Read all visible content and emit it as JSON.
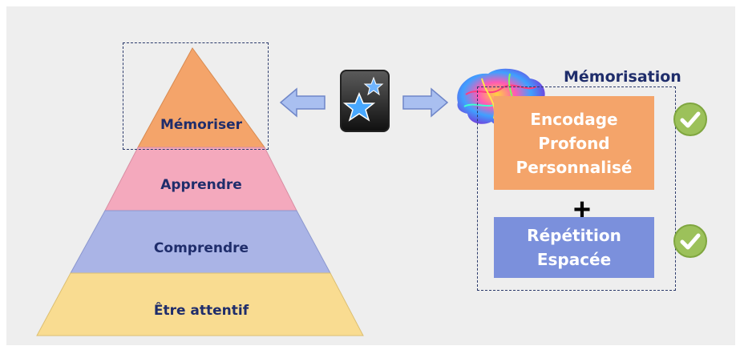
{
  "pyramid": {
    "levels": [
      {
        "label": "Mémoriser",
        "color": "#f4a46a"
      },
      {
        "label": "Apprendre",
        "color": "#f4a9bd"
      },
      {
        "label": "Comprendre",
        "color": "#aab4e6"
      },
      {
        "label": "Être attentif",
        "color": "#f9dc91"
      }
    ]
  },
  "memorisation": {
    "title": "Mémorisation",
    "encoding": {
      "lines": [
        "Encodage",
        "Profond",
        "Personnalisé"
      ],
      "color": "#f4a46a"
    },
    "plus": "+",
    "repetition": {
      "lines": [
        "Répétition",
        "Espacée"
      ],
      "color": "#7b90dc"
    }
  },
  "icons": {
    "app": "anki-icon",
    "brain": "brain-icon",
    "arrows": "arrow-left-icon, arrow-right-icon",
    "checks": "check-icon"
  },
  "colors": {
    "dash": "#2b3a6b",
    "arrow_fill": "#a9bff0",
    "arrow_stroke": "#6f86c8",
    "check": "#9cc15a"
  }
}
